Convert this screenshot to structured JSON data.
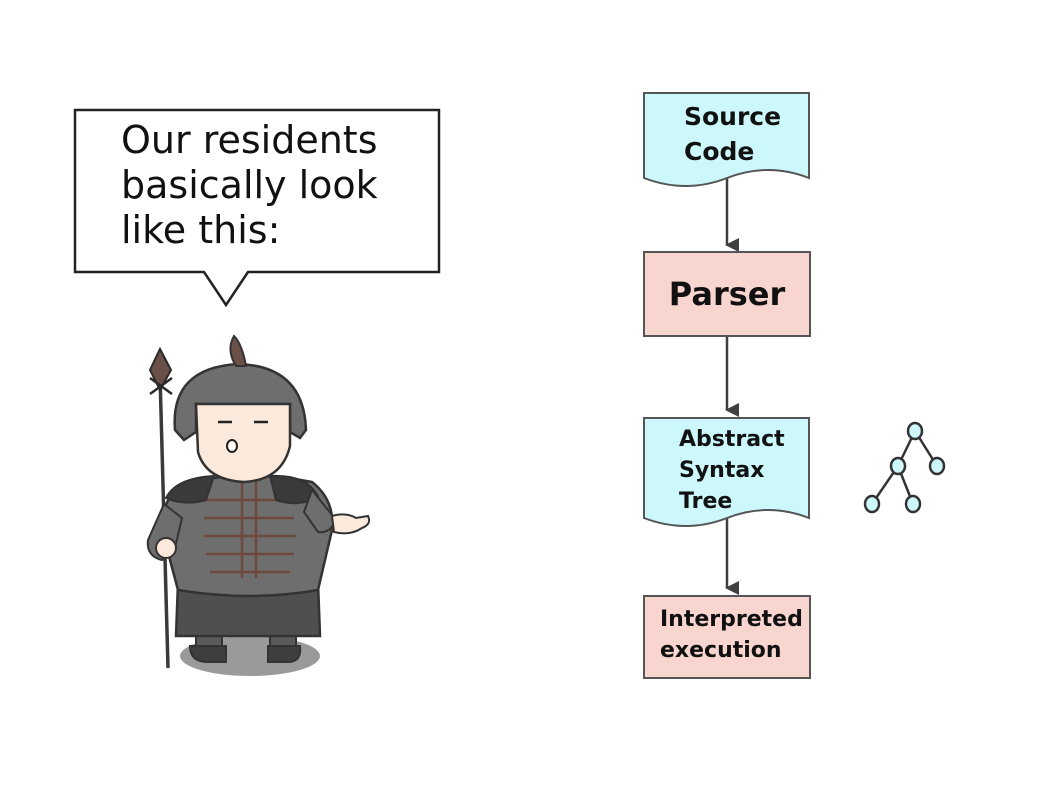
{
  "speech_bubble": {
    "lines": [
      "Our residents",
      "basically look",
      "like this:"
    ]
  },
  "flowchart": {
    "nodes": [
      {
        "id": "source",
        "shape": "document",
        "fill": "#ccf7fb",
        "lines": [
          "Source",
          "Code"
        ]
      },
      {
        "id": "parser",
        "shape": "process",
        "fill": "#f9d5cf",
        "lines": [
          "Parser"
        ]
      },
      {
        "id": "ast",
        "shape": "document",
        "fill": "#ccf7fb",
        "lines": [
          "Abstract",
          "Syntax",
          "Tree"
        ]
      },
      {
        "id": "interpreted",
        "shape": "process",
        "fill": "#f9d5cf",
        "lines": [
          "Interpreted",
          "execution"
        ]
      }
    ],
    "edges": [
      {
        "from": "source",
        "to": "parser"
      },
      {
        "from": "parser",
        "to": "ast"
      },
      {
        "from": "ast",
        "to": "interpreted"
      }
    ]
  },
  "tree_icon": {
    "name": "tree-icon",
    "node_fill": "#ccf7fb"
  },
  "character": {
    "name": "armored-soldier-illustration"
  },
  "colors": {
    "stroke": "#555555",
    "armor": "#6e6e6e",
    "arrow": "#404040"
  }
}
